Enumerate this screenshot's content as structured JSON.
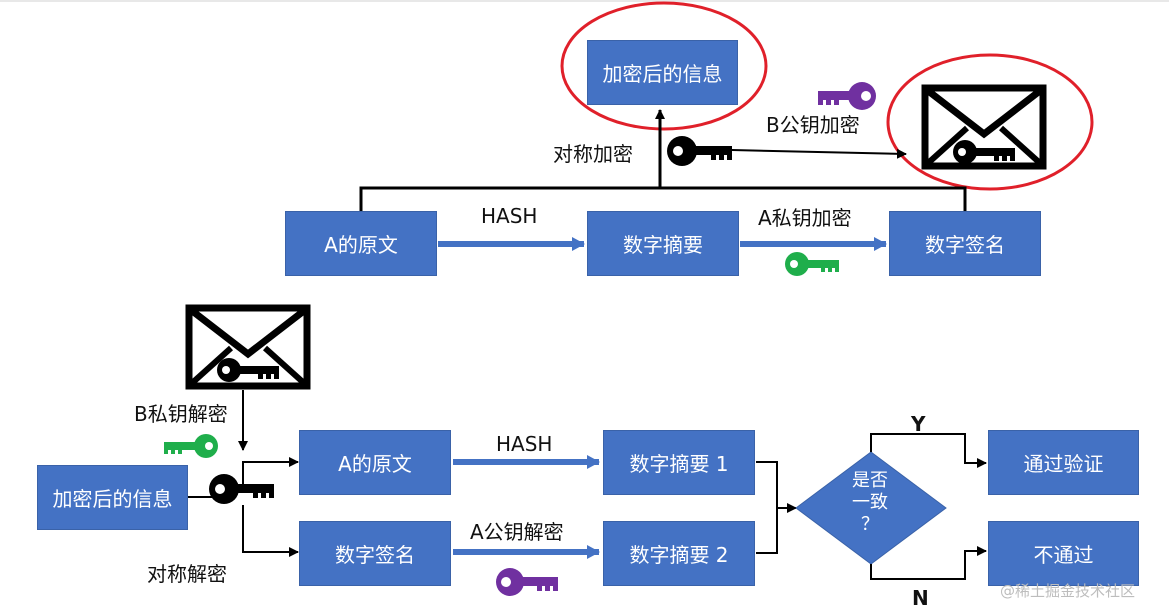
{
  "colors": {
    "box_blue": "#4472c4",
    "circle_red": "#e0202a",
    "key_black": "#000000",
    "key_green": "#1fae4b",
    "key_purple": "#7030a0"
  },
  "top": {
    "encrypted_info": "加密后的信息",
    "symmetric_encrypt": "对称加密",
    "b_public_encrypt": "B公钥加密",
    "original_a": "A的原文",
    "hash": "HASH",
    "digest": "数字摘要",
    "a_private_encrypt": "A私钥加密",
    "signature": "数字签名"
  },
  "bottom": {
    "b_private_decrypt": "B私钥解密",
    "encrypted_info": "加密后的信息",
    "symmetric_decrypt": "对称解密",
    "original_a": "A的原文",
    "hash": "HASH",
    "digest1": "数字摘要 1",
    "signature": "数字签名",
    "a_public_decrypt": "A公钥解密",
    "digest2": "数字摘要 2",
    "diamond_line1": "是否",
    "diamond_line2": "一致",
    "diamond_line3": "？",
    "yes": "Y",
    "no": "N",
    "pass": "通过验证",
    "fail": "不通过"
  },
  "icons": [
    "envelope-icon",
    "key-icon"
  ],
  "watermark": "@稀土掘金技术社区"
}
